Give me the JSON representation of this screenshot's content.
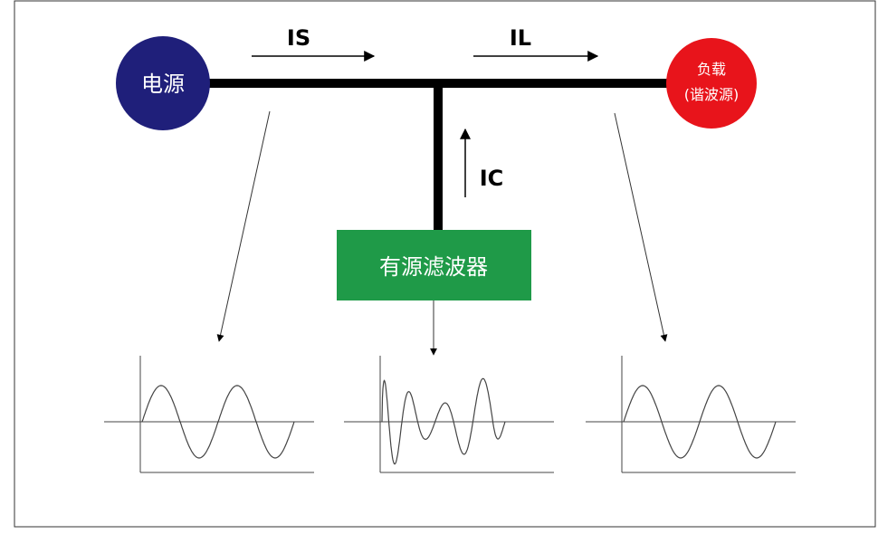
{
  "nodes": {
    "source": {
      "label": "电源",
      "color": "#1f1f7a"
    },
    "load": {
      "line1": "负载",
      "line2": "(谐波源)",
      "color": "#e8141b"
    },
    "filter": {
      "label": "有源滤波器",
      "color": "#1f9a48"
    }
  },
  "currents": {
    "source": "IS",
    "load": "IL",
    "compensation": "IC"
  },
  "waveforms": [
    {
      "id": "source-current",
      "shape": "sine"
    },
    {
      "id": "compensation-current",
      "shape": "distorted"
    },
    {
      "id": "load-current",
      "shape": "sine"
    }
  ]
}
